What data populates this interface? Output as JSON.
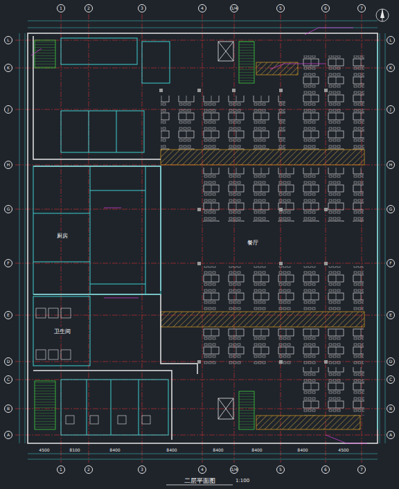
{
  "diagram": {
    "title": "二层平面图",
    "nodes": [
      {
        "text": [
          "餐厅"
        ]
      },
      {
        "text": [
          "厨房"
        ]
      },
      {
        "text": [
          "卫生间"
        ]
      }
    ],
    "labels": [
      "1",
      "2",
      "3",
      "4",
      "1/4",
      "5",
      "6",
      "7",
      "1",
      "2",
      "3",
      "4",
      "1/4",
      "5",
      "6",
      "7",
      "L",
      "K",
      "J",
      "H",
      "G",
      "F",
      "E",
      "D",
      "C",
      "B",
      "A",
      "L",
      "K",
      "J",
      "H",
      "G",
      "F",
      "E",
      "D",
      "C",
      "B",
      "A",
      "4500",
      "8100",
      "8400",
      "8400",
      "8400",
      "8400",
      "8400",
      "4500",
      "1:100"
    ]
  }
}
